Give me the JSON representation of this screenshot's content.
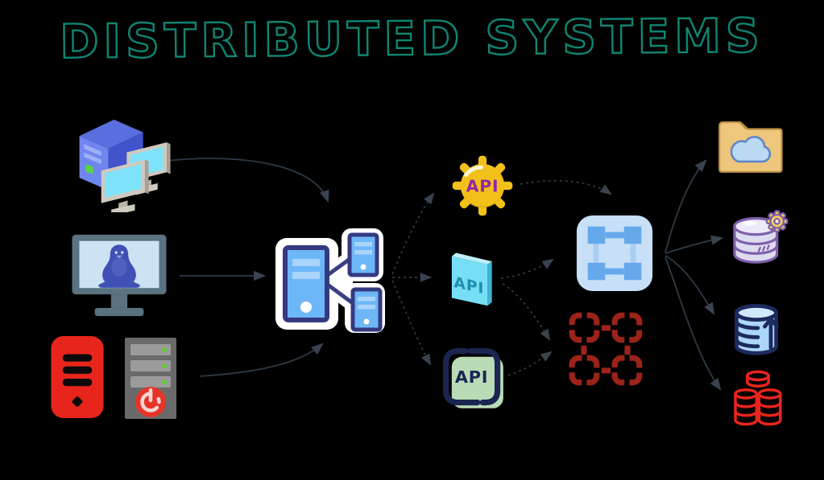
{
  "title": {
    "text": "DISTRIBUTED SYSTEMS"
  },
  "colors": {
    "background": "#000000",
    "title_teal": "#0f8673",
    "arrow": "#2e3a46",
    "gear_api_gold": "#f2c119",
    "slab_api_cyan": "#76dff5",
    "bracket_api_green": "#b9dbb6",
    "cluster_blue": "#66a9ea",
    "cluster_red": "#9c2318",
    "coins_red": "#e8251c"
  },
  "api_labels": {
    "gear": "API",
    "slab": "API",
    "bracket": "API"
  },
  "diagram": {
    "nodes": [
      {
        "id": "client-workstations",
        "icon": "computer-cluster-icon"
      },
      {
        "id": "linux-client",
        "icon": "linux-monitor-icon"
      },
      {
        "id": "server-red",
        "icon": "red-server-icon"
      },
      {
        "id": "server-tower",
        "icon": "power-tower-icon"
      },
      {
        "id": "load-balancer",
        "icon": "load-balancer-icon"
      },
      {
        "id": "api-gateway-gear",
        "icon": "gear-api-icon",
        "label": "API"
      },
      {
        "id": "api-gateway-slab",
        "icon": "cyan-api-icon",
        "label": "API"
      },
      {
        "id": "api-gateway-bracket",
        "icon": "green-api-icon",
        "label": "API"
      },
      {
        "id": "cluster-blue",
        "icon": "network-cluster-blue-icon"
      },
      {
        "id": "cluster-red",
        "icon": "network-cluster-red-icon"
      },
      {
        "id": "cloud-folder",
        "icon": "cloud-folder-icon"
      },
      {
        "id": "database-config",
        "icon": "database-gear-icon"
      },
      {
        "id": "database-upload",
        "icon": "database-arrow-icon"
      },
      {
        "id": "data-stacks",
        "icon": "coin-stacks-icon"
      }
    ],
    "connections": [
      {
        "from": "client-workstations",
        "to": "load-balancer",
        "style": "solid"
      },
      {
        "from": "linux-client",
        "to": "load-balancer",
        "style": "solid"
      },
      {
        "from": "server-red",
        "to": "load-balancer",
        "style": "solid"
      },
      {
        "from": "load-balancer",
        "to": "api-gateway-gear",
        "style": "dashed"
      },
      {
        "from": "load-balancer",
        "to": "api-gateway-slab",
        "style": "dashed"
      },
      {
        "from": "load-balancer",
        "to": "api-gateway-bracket",
        "style": "dashed"
      },
      {
        "from": "api-gateway-gear",
        "to": "cluster-blue",
        "style": "dashed"
      },
      {
        "from": "api-gateway-slab",
        "to": "cluster-blue",
        "style": "dashed"
      },
      {
        "from": "api-gateway-slab",
        "to": "cluster-red",
        "style": "dashed"
      },
      {
        "from": "api-gateway-bracket",
        "to": "cluster-red",
        "style": "dashed"
      },
      {
        "from": "cluster-blue",
        "to": "cloud-folder",
        "style": "solid"
      },
      {
        "from": "cluster-blue",
        "to": "database-config",
        "style": "solid"
      },
      {
        "from": "cluster-blue",
        "to": "database-upload",
        "style": "solid"
      },
      {
        "from": "cluster-blue",
        "to": "data-stacks",
        "style": "solid"
      }
    ]
  }
}
